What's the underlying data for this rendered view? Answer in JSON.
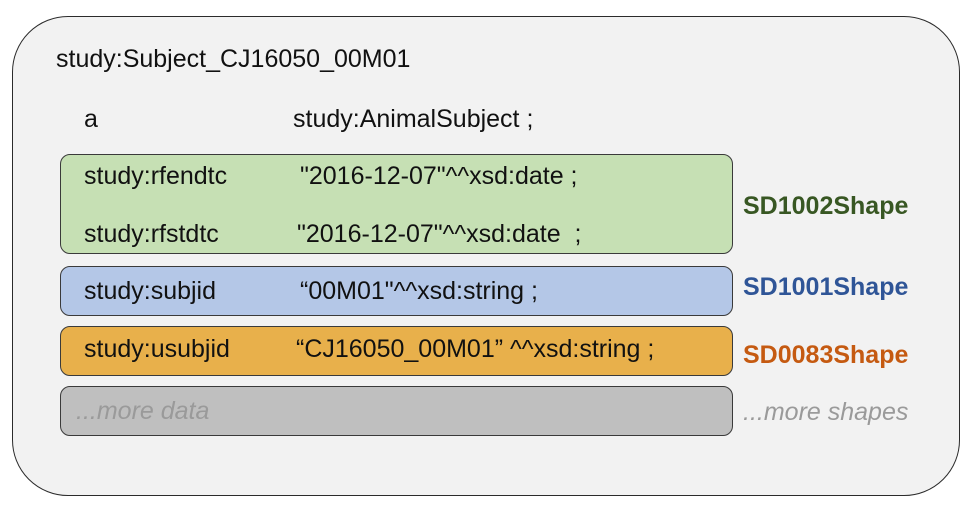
{
  "subject": {
    "iri": "study:Subject_CJ16050_00M01",
    "type_predicate": "a",
    "type_value": "study:AnimalSubject ;"
  },
  "groups": [
    {
      "shape": "SD1002Shape",
      "fill": "#c6e0b4",
      "label_color": "#385723",
      "triples": [
        {
          "predicate": "study:rfendtc",
          "object": "\"2016-12-07\"^^xsd:date ;"
        },
        {
          "predicate": "study:rfstdtc",
          "object": "\"2016-12-07\"^^xsd:date  ;"
        }
      ]
    },
    {
      "shape": "SD1001Shape",
      "fill": "#b4c7e7",
      "label_color": "#2f5597",
      "triples": [
        {
          "predicate": "study:subjid",
          "object": "“00M01\"^^xsd:string ;"
        }
      ]
    },
    {
      "shape": "SD0083Shape",
      "fill": "#e8b04b",
      "label_color": "#c55a11",
      "triples": [
        {
          "predicate": "study:usubjid",
          "object": "“CJ16050_00M01” ^^xsd:string ;"
        }
      ]
    }
  ],
  "more": {
    "data_text": "...more data",
    "shapes_text": "...more shapes",
    "fill": "#bfbfbf"
  }
}
